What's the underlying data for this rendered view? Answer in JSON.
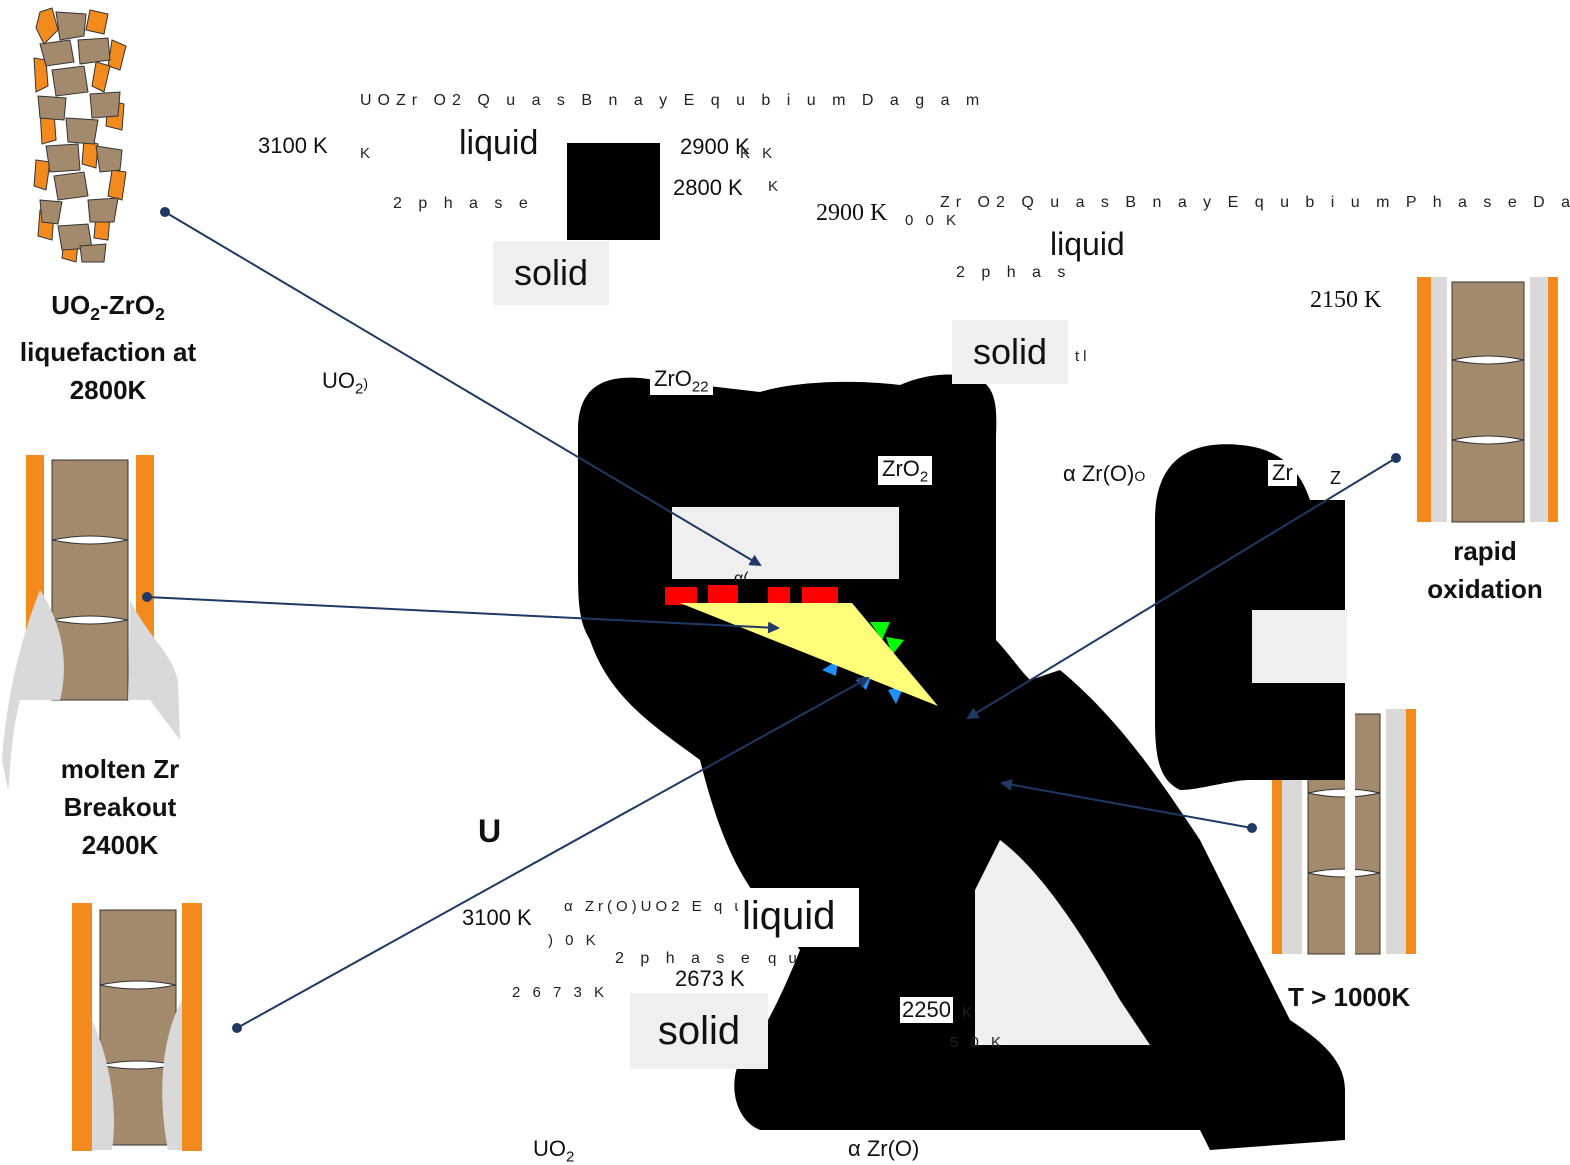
{
  "captions": {
    "liquefaction": [
      "UO₂-ZrO₂",
      "liquefaction at",
      "2800K"
    ],
    "breakout": [
      "molten Zr",
      "Breakout",
      "2400K"
    ],
    "oxidation": [
      "rapid",
      "oxidation"
    ],
    "high_temp": "T > 1000K",
    "u_label": "U"
  },
  "top_left_diagram": {
    "title": "UOZr O2 Q u a s B n a y E q u b i u m D a g a m",
    "t_3100": "3100 K",
    "t_3100_k": "K",
    "liquid": "liquid",
    "t_2900": "2900 K",
    "t_2900_k": "K K",
    "t_2800": "2800 K",
    "t_2800_k": "K",
    "two_phase": "2 p h a s e",
    "solid": "solid",
    "uo2": "UO₂",
    "uo2_extra": ")",
    "zro2": "ZrO₂₂"
  },
  "right_diagram": {
    "t_2900": "2900 K",
    "t_00k": "0 0 K",
    "title": "Zr O2 Q u a s B n a y E q u b i u m P h a s e D a",
    "liquid": "liquid",
    "two_phase": "2 p h a s",
    "solid": "solid",
    "solid_extra": "tl",
    "t_2150": "2150 K",
    "zro2": "ZrO₂",
    "alpha_zr": "α Zr(O)",
    "alpha_suffix": "O",
    "zr": "Zr",
    "z": "Z"
  },
  "bottom_diagram": {
    "t_3100": "3100 K",
    "title": "α Zr(O)UO2 E q u l",
    "t_0k": ") 0 K",
    "liquid": "liquid",
    "two_phase": "2 p h a s e",
    "two_phase_tail": "q u",
    "t_2673": "2673 K",
    "t_2673_spaced": "2 6 7 3 K",
    "solid": "solid",
    "t_2250": "2250",
    "t_2250_tail": "K",
    "t_50k": "5 0 K",
    "uo2": "UO₂",
    "alpha_zr": "α Zr(O)"
  },
  "center": {
    "alpha_mark": "α("
  },
  "colors": {
    "pellet": "#a48a6d",
    "cladding_orange": "#f28a1e",
    "melt_gray": "#d9d9d9",
    "arrow": "#1f3864",
    "wedge_yellow": "#ffff7a",
    "red_marker": "#ff0000",
    "green_marker": "#00ff00",
    "blue_marker": "#1e90ff",
    "label_box": "#efefef"
  }
}
